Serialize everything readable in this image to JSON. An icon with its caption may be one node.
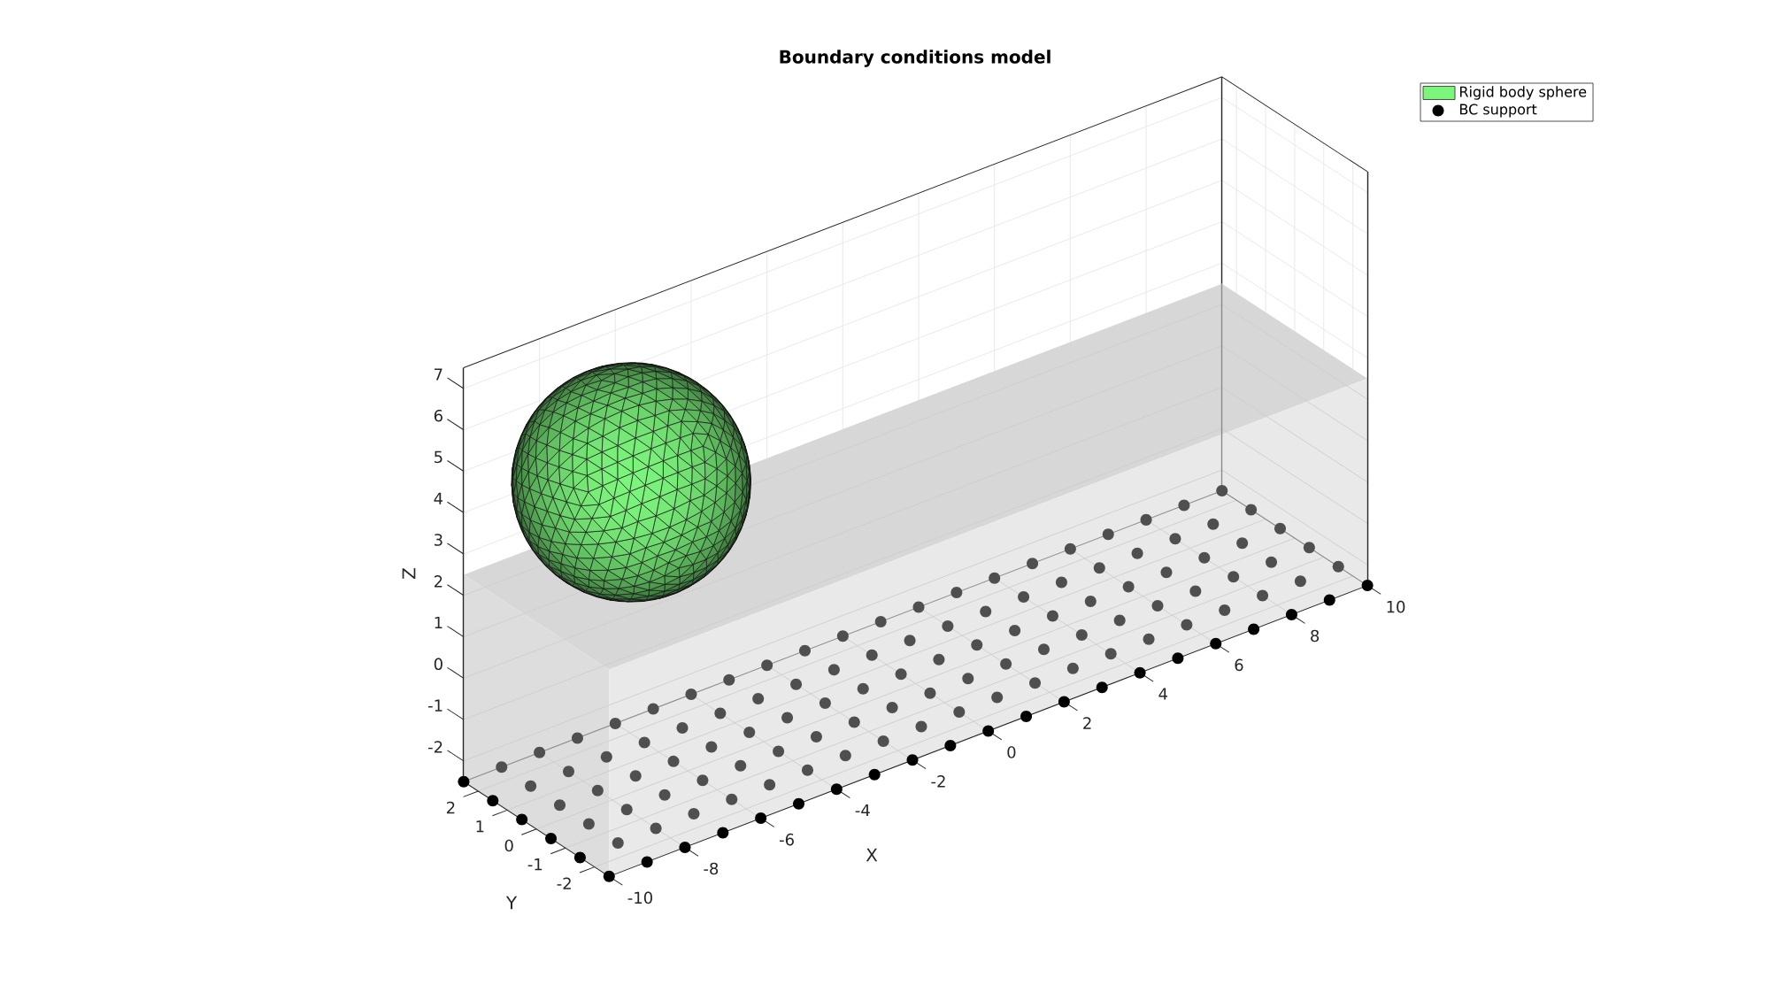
{
  "diagram": {
    "title": "Boundary conditions model",
    "labels": [
      "7",
      "6",
      "5",
      "4",
      "3",
      "2",
      "1",
      "0",
      "-1",
      "-2",
      "Z",
      "2",
      "1",
      "0",
      "-1",
      "-2",
      "Y",
      "-10",
      "-8",
      "-6",
      "-4",
      "-2",
      "0",
      "2",
      "4",
      "6",
      "8",
      "10",
      "X"
    ],
    "legend": [
      {
        "text": "Rigid body sphere",
        "color": "#7cf57c"
      },
      {
        "text": "BC support"
      }
    ]
  }
}
